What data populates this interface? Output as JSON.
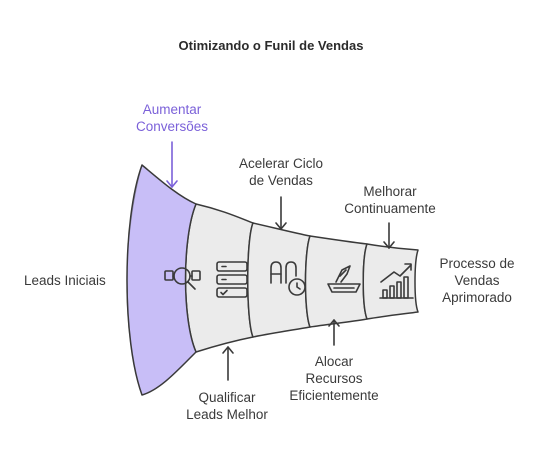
{
  "title": "Otimizando o Funil de Vendas",
  "labels": {
    "leads_iniciais": "Leads Iniciais",
    "aumentar_1": "Aumentar",
    "aumentar_2": "Conversões",
    "qualificar_1": "Qualificar",
    "qualificar_2": "Leads Melhor",
    "acelerar_1": "Acelerar Ciclo",
    "acelerar_2": "de Vendas",
    "alocar_1": "Alocar",
    "alocar_2": "Recursos",
    "alocar_3": "Eficientemente",
    "melhorar_1": "Melhorar",
    "melhorar_2": "Continuamente",
    "processo_1": "Processo de",
    "processo_2": "Vendas",
    "processo_3": "Aprimorado"
  },
  "colors": {
    "accent": "#7b61d9",
    "accent_fill": "#c8bef7",
    "segment_fill": "#ebebeb",
    "stroke": "#3a3a3a"
  },
  "icons": [
    "magnifier-icon",
    "list-icon",
    "clock-icon",
    "scale-icon",
    "growth-chart-icon"
  ]
}
